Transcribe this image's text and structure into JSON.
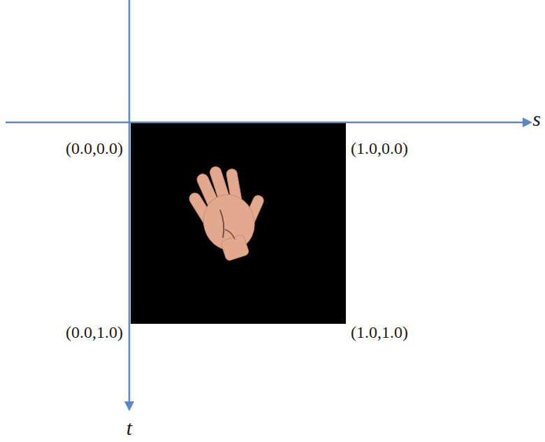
{
  "diagram": {
    "labels": [
      "(0.0,0.0)",
      "(1.0,0.0)",
      "(0.0,1.0)",
      "(1.0,1.0)",
      "s",
      "t"
    ]
  }
}
